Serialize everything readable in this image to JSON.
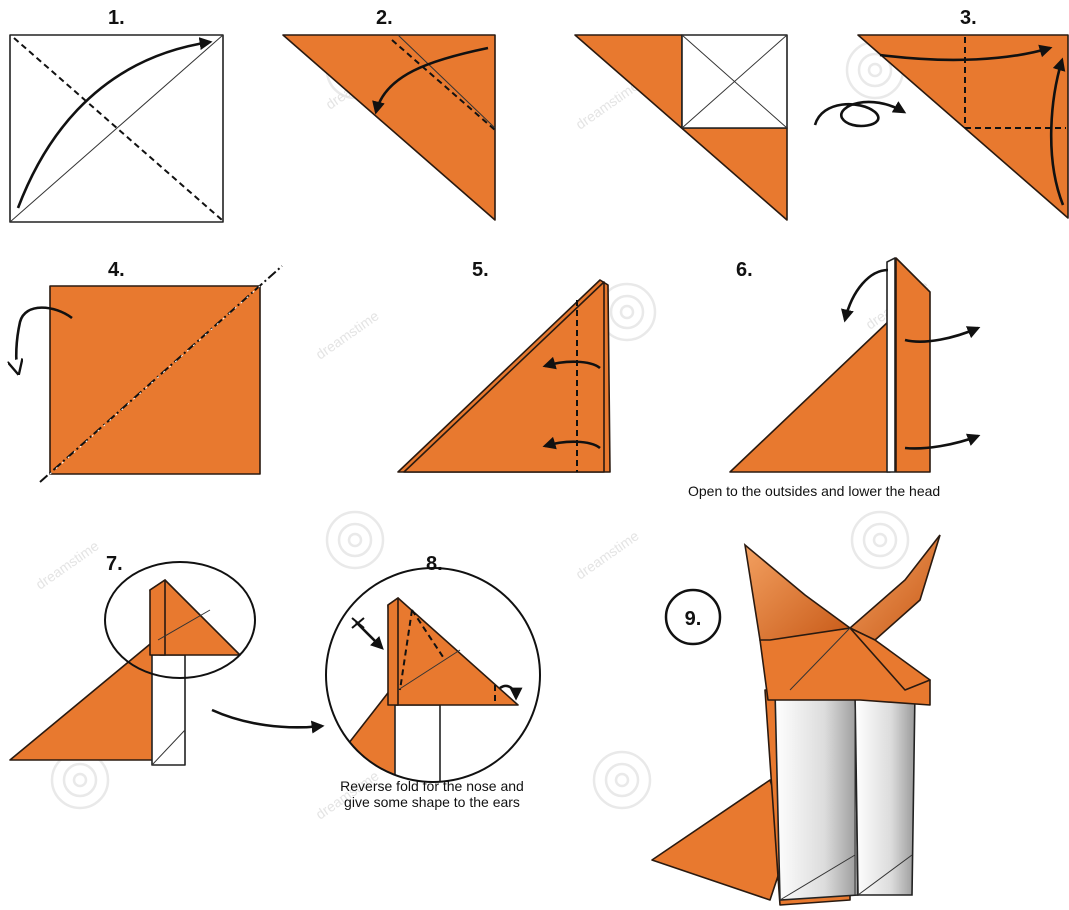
{
  "steps": {
    "s1": "1.",
    "s2": "2.",
    "s3": "3.",
    "s4": "4.",
    "s5": "5.",
    "s6": "6.",
    "s7": "7.",
    "s8": "8.",
    "s9": "9."
  },
  "captions": {
    "step6": "Open to the outsides and lower the head",
    "step8_line1": "Reverse fold for the nose and",
    "step8_line2": "give some shape to the ears"
  },
  "watermark": "dreamstime",
  "colors": {
    "paper_orange": "#e8792f",
    "paper_white": "#ffffff",
    "ink": "#111111"
  }
}
